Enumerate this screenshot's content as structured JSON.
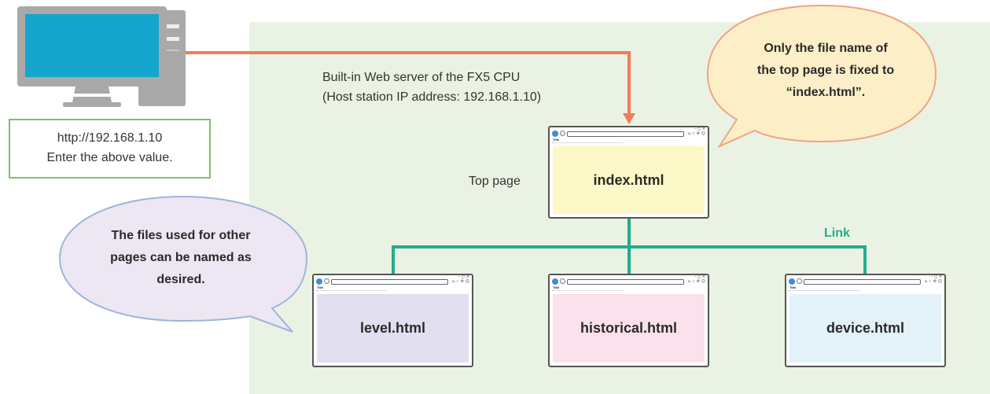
{
  "server": {
    "line1": "Built-in Web server of the FX5 CPU",
    "line2": "(Host station IP address: 192.168.1.10)"
  },
  "url_box": {
    "line1": "http://192.168.1.10",
    "line2": "Enter the above value."
  },
  "top_page_label": "Top page",
  "link_label": "Link",
  "bubble_right": {
    "line1": "Only the file name of",
    "line2": "the top page is fixed to",
    "line3": "“index.html”."
  },
  "bubble_left": {
    "line1": "The files used for other",
    "line2": "pages can be named as",
    "line3": "desired."
  },
  "browser": {
    "tab_title": "Title",
    "window_buttons": "– ◻ ×"
  },
  "pages": {
    "index": "index.html",
    "level": "level.html",
    "historical": "historical.html",
    "device": "device.html"
  },
  "colors": {
    "server_zone": "#eaf3e3",
    "request_arrow": "#f07c5c",
    "link_lines": "#23ac8c",
    "bubble_right_fill": "#fcefc8",
    "bubble_right_stroke": "#f0a384",
    "bubble_left_fill": "#ece7f2",
    "bubble_left_stroke": "#9fb4da",
    "monitor_blue": "#14a6cc"
  }
}
